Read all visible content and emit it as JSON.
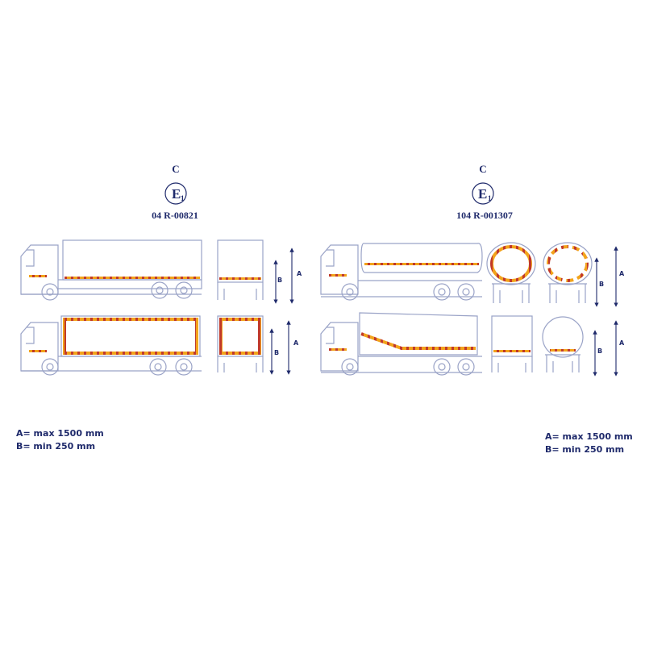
{
  "left_group": {
    "mark_letter": "C",
    "emark": "E",
    "emark_sub": "1",
    "cert_number": "04 R-00821",
    "spec_a": "A= max 1500 mm",
    "spec_b": "B= min 250 mm"
  },
  "right_group": {
    "mark_letter": "C",
    "emark": "E",
    "emark_sub": "1",
    "cert_number": "104 R-001307",
    "spec_a": "A= max 1500 mm",
    "spec_b": "B= min 250 mm"
  },
  "dimension_labels": {
    "a": "A",
    "b": "B"
  },
  "colors": {
    "line": "#1f2a6b",
    "outline": "#9aa3c7",
    "tape_red": "#c0392b",
    "tape_yellow": "#f2a31b"
  }
}
